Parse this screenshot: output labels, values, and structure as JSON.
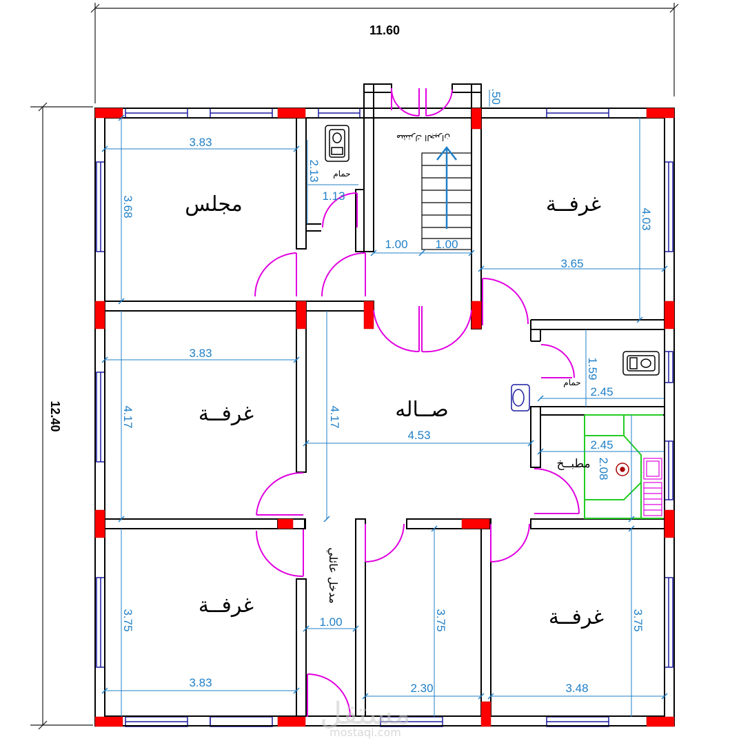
{
  "overall": {
    "width": "11.60",
    "height": "12.40"
  },
  "rooms": {
    "majlis": "مجلس",
    "room_top_right": "غرفــة",
    "room_mid_left": "غرفــة",
    "hall": "صــاله",
    "room_bottom_left": "غرفــة",
    "room_bottom_right": "غرفــة",
    "bath_top": "حمام",
    "bath_right": "حمام",
    "kitchen": "مطبــخ",
    "family_entrance": "مدخل عائلي",
    "stair_note": "مشترك الجيران"
  },
  "dimensions": {
    "majlis_w": "3.83",
    "majlis_h": "3.68",
    "bath_top_h": "2.13",
    "bath_top_w": "1.13",
    "stair_w1": "1.00",
    "stair_w2": "1.00",
    "stair_step": ".50",
    "room_tr_w": "3.65",
    "room_tr_h": "4.03",
    "room_ml_w": "3.83",
    "room_ml_h": "4.17",
    "hall_h": "4.17",
    "hall_w": "4.53",
    "bath_right_h": "1.59",
    "bath_right_w": "2.45",
    "kitchen_w": "2.45",
    "kitchen_h": "2.08",
    "entrance_w": "1.00",
    "room_bl_h": "3.75",
    "room_bl_w": "3.83",
    "corridor_h": "3.75",
    "corridor_w": "2.30",
    "room_br_h": "3.75",
    "room_br_w": "3.48"
  },
  "watermark": {
    "main": "مستقل",
    "sub": "mostaqi.com"
  },
  "colors": {
    "wall": "#000000",
    "column": "#ff0000",
    "door": "#e000e0",
    "dimension": "#1f7fc7",
    "window": "#1a1aa0",
    "kitchen": "#22cc22"
  }
}
